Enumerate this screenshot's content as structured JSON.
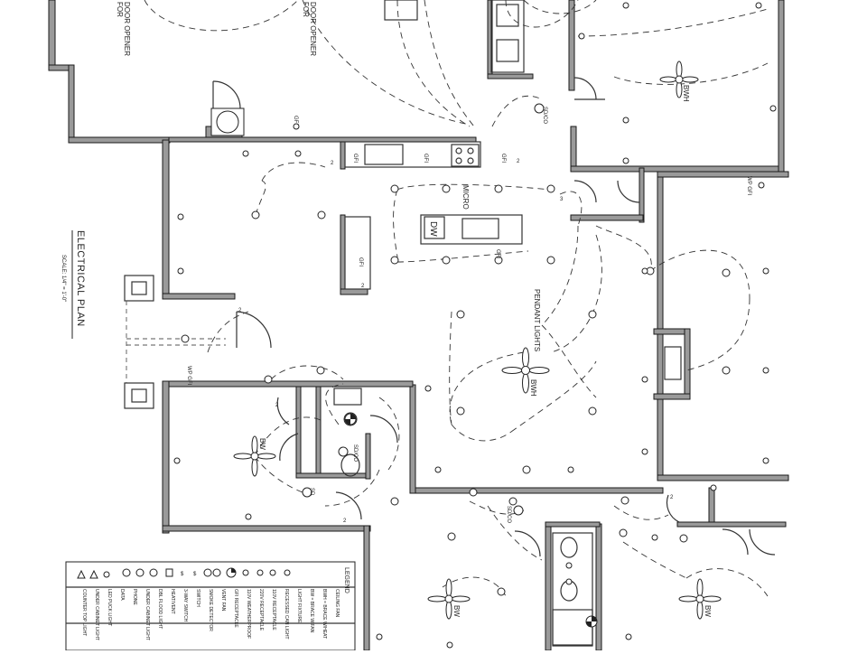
{
  "plan": {
    "title": "ELECTRICAL PLAN",
    "scale": "SCALE: 1/4\" = 1'-0\"",
    "labels": {
      "garage_door_a": "DOOR OPENER",
      "garage_door_a_pre": "FOR",
      "garage_door_b": "DOOR OPENER",
      "garage_door_b_pre": "FOR",
      "micro": "MICRO",
      "dw": "DW",
      "pendant": "PENDANT LIGHTS",
      "bwh_main": "BWH",
      "bwh_top": "BWH",
      "bw_bed": "BW",
      "bw_low1": "BW",
      "bw_low2": "BW",
      "gfi": "GFI",
      "sdco": "SD/CO",
      "sd": "SD",
      "wp_gfi": "WP GFI"
    }
  },
  "legend": {
    "title": "LEGEND",
    "items": [
      "CEILING FAN",
      "BWH = BRACE W/HEAT",
      "BW = BRACE W/FAN",
      "LIGHT FIXTURE",
      "RECESSED CAN LIGHT",
      "110V RECEPTACLE",
      "220V RECEPTACLE",
      "110V WEATHERPROOF",
      "GFI RECEPTACLE",
      "VENT FAN",
      "SMOKE DETECTOR",
      "SWITCH",
      "3-WAY SWITCH",
      "HEAT/VENT",
      "DBL FLOOD LIGHT",
      "UNDER CABINET LIGHT",
      "PHONE",
      "DATA",
      "LED PUCK LIGHT",
      "UNDER CABINET LIGHT",
      "COUNTER TOP LIGHT"
    ]
  }
}
